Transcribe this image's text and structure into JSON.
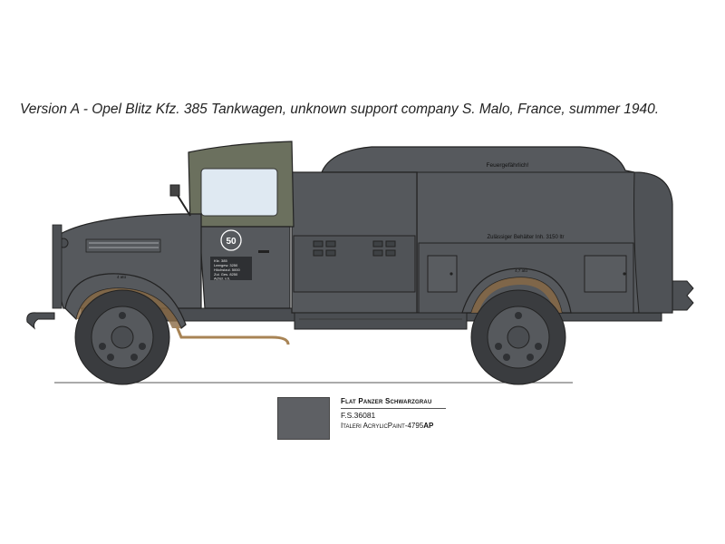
{
  "caption": "Version A  - Opel Blitz Kfz. 385 Tankwagen, unknown support company S. Malo, France, summer 1940.",
  "colors": {
    "body": "#56595d",
    "body_dark": "#45484c",
    "canvas_top": "#6b705e",
    "window": "#dfe9f2",
    "mud": "#8a6a45",
    "pipe": "#a88455",
    "tire": "#3a3c3f",
    "swatch": "#5e6064"
  },
  "stencils": {
    "tank_top": "Feuergefährlich!",
    "tank_capacity": "Zulässiger Behälter Inh. 3150 ltr",
    "door_number": "50",
    "door_plate_lines": [
      "Kfz. 385",
      "Leergew. 3250",
      "Höchstzul. 5000",
      "Zul. Ges. 8250",
      "Achsl. v.h."
    ],
    "fender_front": "4 atü",
    "fender_rear": "4,7 atü"
  },
  "paint": {
    "name": "Flat Panzer Schwarzgrau",
    "fs_code": "F.S.36081",
    "brand": "Italeri AcrylicPaint",
    "dash": "-",
    "code_number": "4795",
    "code_suffix": "AP"
  }
}
